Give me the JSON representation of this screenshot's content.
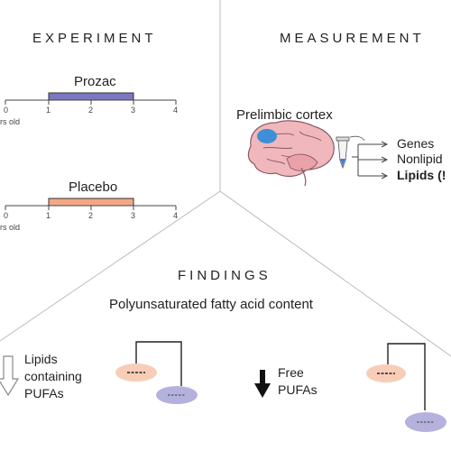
{
  "experiment": {
    "heading": "EXPERIMENT",
    "axis_caption": "rs old",
    "tick_labels": [
      "0",
      "1",
      "2",
      "3",
      "4"
    ],
    "timelines": [
      {
        "label": "Prozac",
        "start": 1,
        "end": 3,
        "color": "#7b77c0"
      },
      {
        "label": "Placebo",
        "start": 1,
        "end": 3,
        "color": "#f2a886"
      }
    ]
  },
  "measurement": {
    "heading": "MEASUREMENT",
    "region_label": "Prelimbic cortex",
    "outputs": [
      "Genes",
      "Nonlipid",
      "Lipids (!"
    ]
  },
  "findings": {
    "heading": "FINDINGS",
    "subtitle": "Polyunsaturated fatty acid content",
    "left_label": [
      "Lipids",
      "containing",
      "PUFAs"
    ],
    "right_label": [
      "Free",
      "PUFAs"
    ]
  },
  "colors": {
    "prozac": "#7b77c0",
    "placebo": "#f2a886",
    "oval_pink": "#f8cdb7",
    "oval_purple": "#b4b1dd",
    "brain": "#f0b7bd",
    "brain_region": "#3d8fd6",
    "tube_liquid": "#3a7bd5"
  },
  "icons": [
    "hollow-down-arrow-icon",
    "solid-down-arrow-icon",
    "brain-icon",
    "tube-icon"
  ]
}
